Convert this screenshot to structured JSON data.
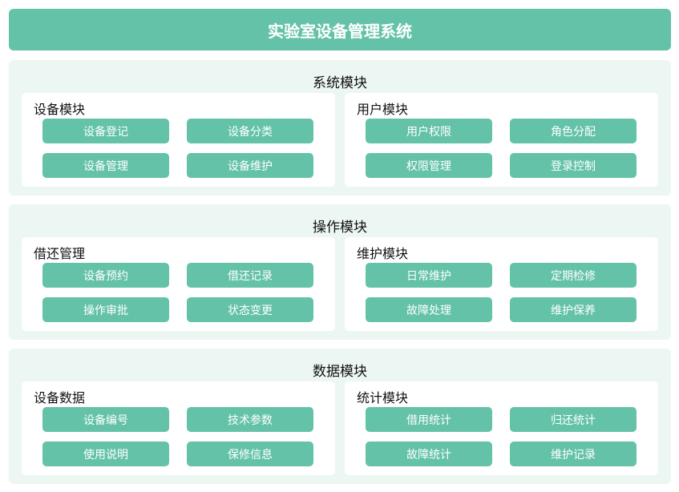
{
  "header": {
    "title": "实验室设备管理系统"
  },
  "colors": {
    "accent": "#64c2a8",
    "section_bg": "#ecf6f2",
    "panel_bg": "#ffffff"
  },
  "sections": [
    {
      "title": "系统模块",
      "panels": [
        {
          "title": "设备模块",
          "buttons": [
            "设备登记",
            "设备分类",
            "设备管理",
            "设备维护"
          ]
        },
        {
          "title": "用户模块",
          "buttons": [
            "用户权限",
            "角色分配",
            "权限管理",
            "登录控制"
          ]
        }
      ]
    },
    {
      "title": "操作模块",
      "panels": [
        {
          "title": "借还管理",
          "buttons": [
            "设备预约",
            "借还记录",
            "操作审批",
            "状态变更"
          ]
        },
        {
          "title": "维护模块",
          "buttons": [
            "日常维护",
            "定期检修",
            "故障处理",
            "维护保养"
          ]
        }
      ]
    },
    {
      "title": "数据模块",
      "panels": [
        {
          "title": "设备数据",
          "buttons": [
            "设备编号",
            "技术参数",
            "使用说明",
            "保修信息"
          ]
        },
        {
          "title": "统计模块",
          "buttons": [
            "借用统计",
            "归还统计",
            "故障统计",
            "维护记录"
          ]
        }
      ]
    }
  ]
}
